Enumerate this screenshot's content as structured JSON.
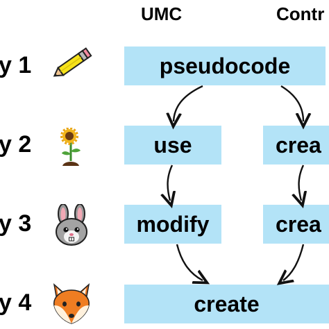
{
  "headers": {
    "umc": "UMC",
    "control": "Contr"
  },
  "days": [
    "y 1",
    "y 2",
    "y 3",
    "y 4"
  ],
  "boxes": {
    "pseudocode": "pseudocode",
    "use": "use",
    "create_right_2": "crea",
    "modify": "modify",
    "create_right_3": "crea",
    "create_final": "create"
  },
  "icons": [
    "pencil-icon",
    "sunflower-icon",
    "rabbit-icon",
    "fox-icon"
  ],
  "colors": {
    "box_fill": "#b3e3f7",
    "arrow": "#111111"
  }
}
